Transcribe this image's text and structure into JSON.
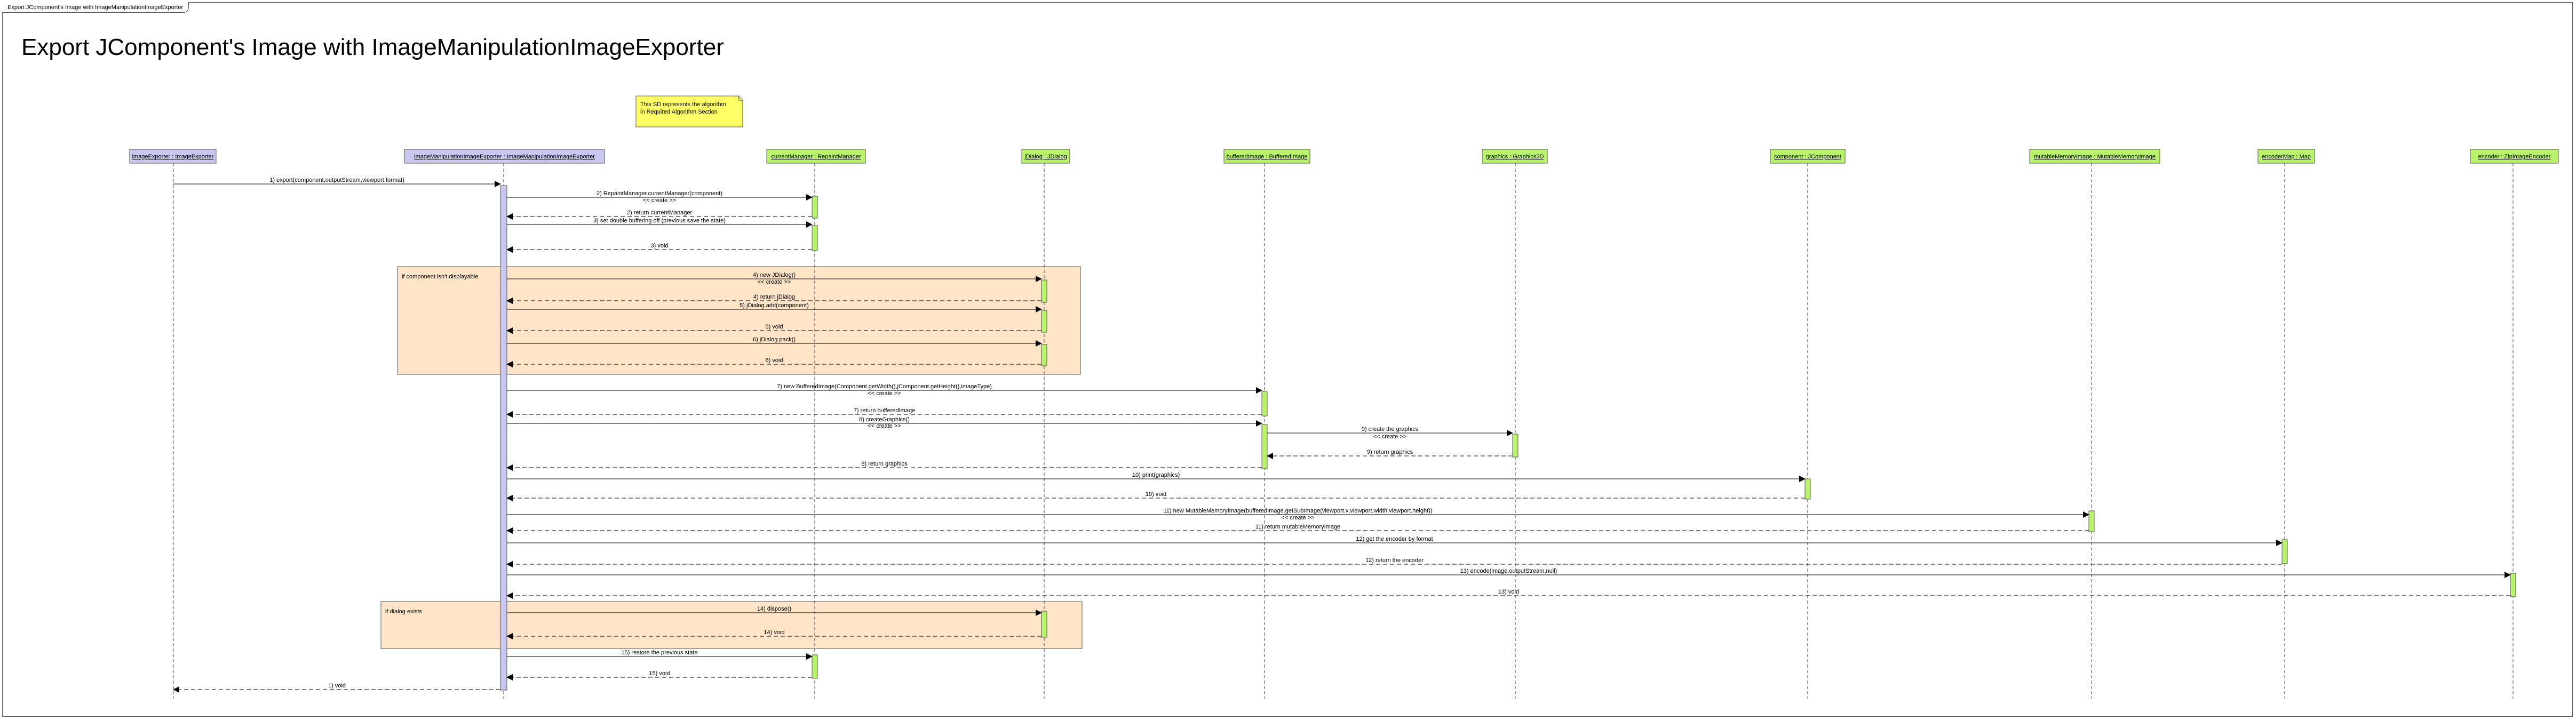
{
  "frame_label": "Export JComponent's Image with ImageManipulationImageExporter",
  "title": "Export JComponent's Image with ImageManipulationImageExporter",
  "note": {
    "lines": [
      "This SD represents the algorithm",
      "in Required Algorithm Section"
    ]
  },
  "lifelines": [
    {
      "id": "exporter",
      "label": "imageExporter : ImageExporter",
      "fill": "#c8c8f0"
    },
    {
      "id": "manip",
      "label": "imageManipulationImageExporter : ImageManipulationImageExporter",
      "fill": "#c8c8f0"
    },
    {
      "id": "repaint",
      "label": "currentManager : RepaintManager",
      "fill": "#b9f26b"
    },
    {
      "id": "dialog",
      "label": "jDialog : JDialog",
      "fill": "#b9f26b"
    },
    {
      "id": "buffered",
      "label": "bufferedImage : BufferedImage",
      "fill": "#b9f26b"
    },
    {
      "id": "graphics",
      "label": "graphics : Graphics2D",
      "fill": "#b9f26b"
    },
    {
      "id": "component",
      "label": "component : JComponent",
      "fill": "#b9f26b"
    },
    {
      "id": "mutable",
      "label": "mutableMemoryImage : MutableMemoryImage",
      "fill": "#b9f26b"
    },
    {
      "id": "encoders",
      "label": "encoderMap : Map",
      "fill": "#b9f26b"
    },
    {
      "id": "encoder",
      "label": "encoder : ZipImageEncoder",
      "fill": "#b9f26b"
    }
  ],
  "fragments": [
    {
      "label": "if component isn't displayable"
    },
    {
      "label": "if dialog exists"
    }
  ],
  "messages": [
    {
      "text": "1) export(component,outputStream,viewport,format)",
      "from": "exporter",
      "to": "manip",
      "kind": "call"
    },
    {
      "text": "2) RepaintManager.currentManager(component)",
      "from": "manip",
      "to": "repaint",
      "kind": "call"
    },
    {
      "text": "<<  create  >>",
      "from": "manip",
      "to": "repaint",
      "kind": "label"
    },
    {
      "text": "2) return currentManager",
      "from": "repaint",
      "to": "manip",
      "kind": "return"
    },
    {
      "text": "3) set double buffering off (previous save the state)",
      "from": "manip",
      "to": "repaint",
      "kind": "call"
    },
    {
      "text": "3) void",
      "from": "repaint",
      "to": "manip",
      "kind": "return"
    },
    {
      "text": "4) new JDialog()",
      "from": "manip",
      "to": "dialog",
      "kind": "call"
    },
    {
      "text": "<<  create  >>",
      "from": "manip",
      "to": "dialog",
      "kind": "label"
    },
    {
      "text": "4) return jDialog",
      "from": "dialog",
      "to": "manip",
      "kind": "return"
    },
    {
      "text": "5) jDialog.add(component)",
      "from": "manip",
      "to": "dialog",
      "kind": "call"
    },
    {
      "text": "5) void",
      "from": "dialog",
      "to": "manip",
      "kind": "return"
    },
    {
      "text": "6) jDialog.pack()",
      "from": "manip",
      "to": "dialog",
      "kind": "call"
    },
    {
      "text": "6) void",
      "from": "dialog",
      "to": "manip",
      "kind": "return"
    },
    {
      "text": "7) new BufferedImage(Component.getWidth(),jComponent.getHeight(),imageType)",
      "from": "manip",
      "to": "buffered",
      "kind": "call"
    },
    {
      "text": "<<  create  >>",
      "from": "manip",
      "to": "buffered",
      "kind": "label"
    },
    {
      "text": "7) return bufferedImage",
      "from": "buffered",
      "to": "manip",
      "kind": "return"
    },
    {
      "text": "8) createGraphics()",
      "from": "manip",
      "to": "buffered",
      "kind": "call"
    },
    {
      "text": "<<  create  >>",
      "from": "manip",
      "to": "buffered",
      "kind": "label"
    },
    {
      "text": "9) create the graphics",
      "from": "buffered",
      "to": "graphics",
      "kind": "call"
    },
    {
      "text": "<<  create  >>",
      "from": "buffered",
      "to": "graphics",
      "kind": "label"
    },
    {
      "text": "9) return graphics",
      "from": "graphics",
      "to": "buffered",
      "kind": "return"
    },
    {
      "text": "8) return graphics",
      "from": "buffered",
      "to": "manip",
      "kind": "return"
    },
    {
      "text": "10) print(graphics)",
      "from": "manip",
      "to": "component",
      "kind": "call"
    },
    {
      "text": "10) void",
      "from": "component",
      "to": "manip",
      "kind": "return"
    },
    {
      "text": "11) new MutableMemoryImage(bufferedImage.getSubImage(viewport.x,viewport.width,viewport.height))",
      "from": "manip",
      "to": "mutable",
      "kind": "call"
    },
    {
      "text": "<<  create  >>",
      "from": "manip",
      "to": "mutable",
      "kind": "label"
    },
    {
      "text": "11) return mutableMemoryImage",
      "from": "mutable",
      "to": "manip",
      "kind": "return"
    },
    {
      "text": "12) get the encoder by format",
      "from": "manip",
      "to": "encoders",
      "kind": "call"
    },
    {
      "text": "12) return the encoder",
      "from": "encoders",
      "to": "manip",
      "kind": "return"
    },
    {
      "text": "13) encode(image,outputStream,null)",
      "from": "manip",
      "to": "encoder",
      "kind": "call"
    },
    {
      "text": "13) void",
      "from": "encoder",
      "to": "manip",
      "kind": "return"
    },
    {
      "text": "14) dispose()",
      "from": "manip",
      "to": "dialog",
      "kind": "call"
    },
    {
      "text": "14) void",
      "from": "dialog",
      "to": "manip",
      "kind": "return"
    },
    {
      "text": "15) restore the previous state",
      "from": "manip",
      "to": "repaint",
      "kind": "call"
    },
    {
      "text": "15) void",
      "from": "repaint",
      "to": "manip",
      "kind": "return"
    },
    {
      "text": "1) void",
      "from": "manip",
      "to": "exporter",
      "kind": "return"
    }
  ]
}
